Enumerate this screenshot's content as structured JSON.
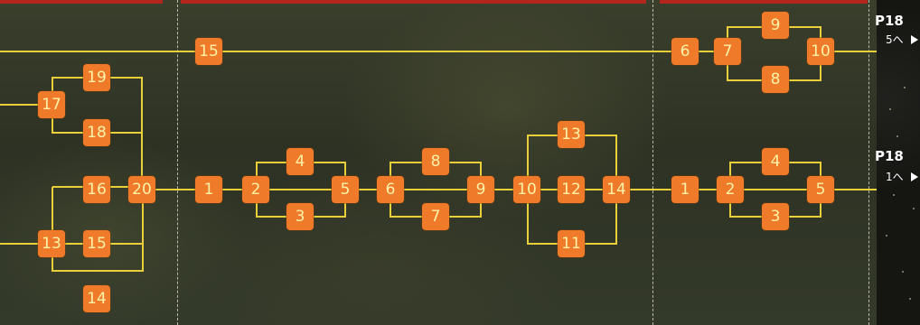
{
  "colors": {
    "node_fill": "#ef7a2a",
    "node_text": "#fff3a8",
    "path_line": "#e9cf3a",
    "top_bar": "#b3261e"
  },
  "map": {
    "section_left": {
      "nodes": [
        "17",
        "19",
        "18",
        "16",
        "20",
        "13",
        "15",
        "14"
      ]
    },
    "section_middle": {
      "nodes": [
        "15",
        "1",
        "2",
        "4",
        "3",
        "5",
        "6",
        "8",
        "7",
        "9",
        "10",
        "13",
        "12",
        "11",
        "14"
      ]
    },
    "section_right": {
      "nodes": [
        "6",
        "7",
        "9",
        "8",
        "10",
        "1",
        "2",
        "4",
        "3",
        "5"
      ]
    }
  },
  "page_refs": [
    {
      "page": "P18",
      "target": "5へ",
      "icon": "arrow-right-icon"
    },
    {
      "page": "P18",
      "target": "1へ",
      "icon": "arrow-right-icon"
    }
  ]
}
